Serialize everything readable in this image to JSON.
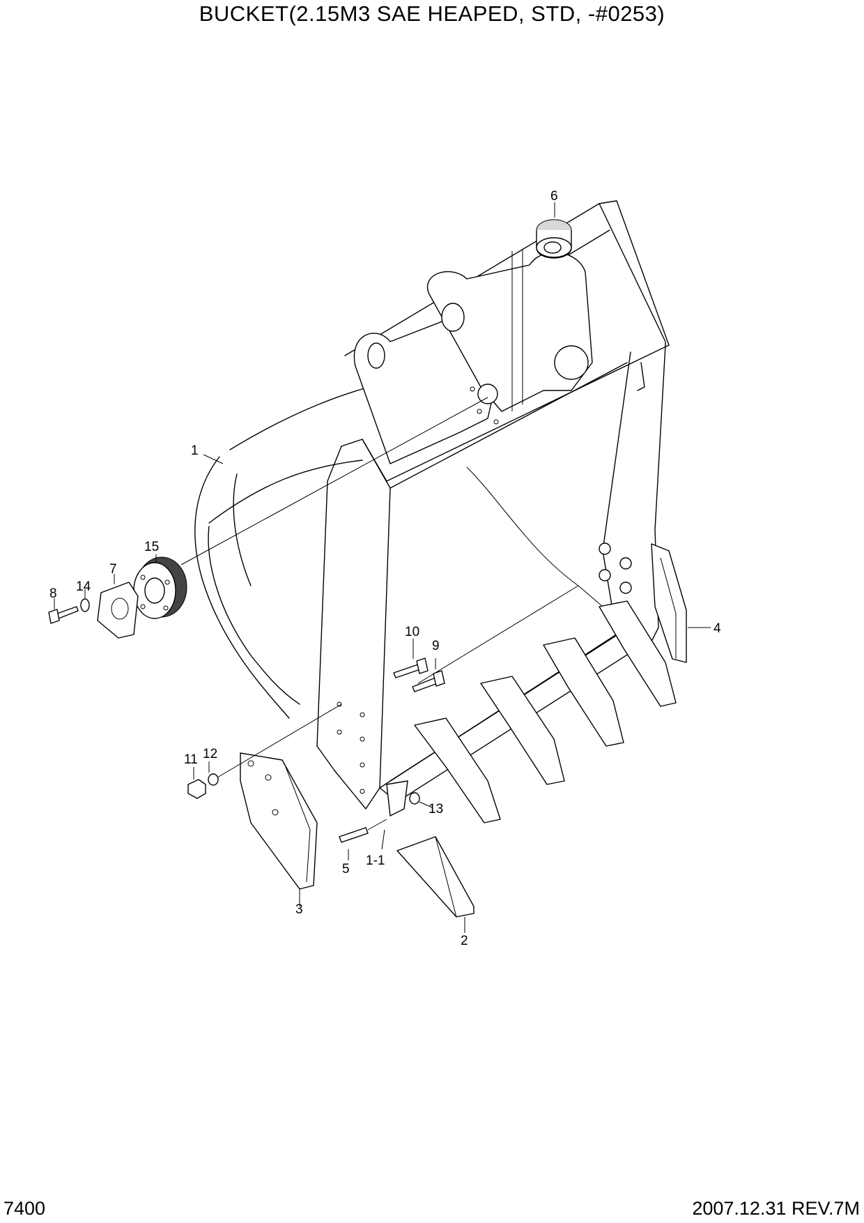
{
  "header": {
    "title": "BUCKET(2.15M3  SAE HEAPED, STD, -#0253)"
  },
  "footer": {
    "page_code": "7400",
    "revision": "2007.12.31 REV.7M"
  },
  "callouts": [
    {
      "id": "1",
      "label": "1"
    },
    {
      "id": "1-1",
      "label": "1-1"
    },
    {
      "id": "2",
      "label": "2"
    },
    {
      "id": "3",
      "label": "3"
    },
    {
      "id": "4",
      "label": "4"
    },
    {
      "id": "5",
      "label": "5"
    },
    {
      "id": "6",
      "label": "6"
    },
    {
      "id": "7",
      "label": "7"
    },
    {
      "id": "8",
      "label": "8"
    },
    {
      "id": "9",
      "label": "9"
    },
    {
      "id": "10",
      "label": "10"
    },
    {
      "id": "11",
      "label": "11"
    },
    {
      "id": "12",
      "label": "12"
    },
    {
      "id": "13",
      "label": "13"
    },
    {
      "id": "14",
      "label": "14"
    },
    {
      "id": "15",
      "label": "15"
    }
  ]
}
